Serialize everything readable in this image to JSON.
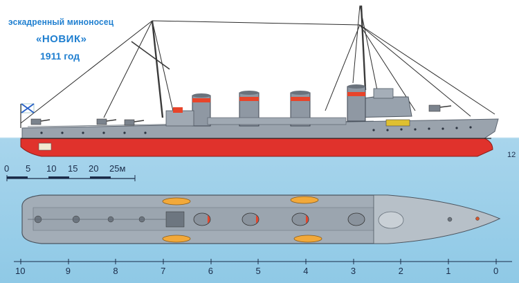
{
  "title": {
    "line1": "эскадренный миноносец",
    "line2": "«НОВИК»",
    "line3": "1911 год"
  },
  "plate_number": "12",
  "scale_bar": {
    "labels": [
      "0",
      "5",
      "10",
      "15",
      "20",
      "25м"
    ]
  },
  "frame_marks": [
    "10",
    "9",
    "8",
    "7",
    "6",
    "5",
    "4",
    "3",
    "2",
    "1",
    "0"
  ],
  "colors": {
    "title": "#1f7fd0",
    "hull_grey": "#9aa3ad",
    "hull_red": "#e0322c",
    "water": "#9ccfe9",
    "funnel_band": "#e8442a"
  },
  "icons": {
    "flag": "naval-ensign-icon",
    "lifeboat": "lifeboat-icon"
  }
}
